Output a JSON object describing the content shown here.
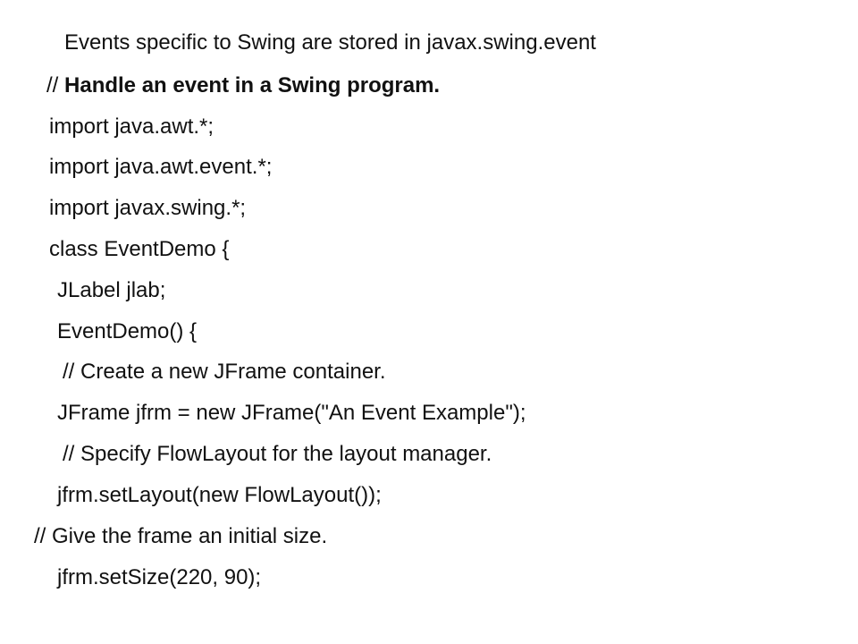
{
  "slide": {
    "lines": [
      "Events specific to Swing are stored in javax.swing.event",
      {
        "prefix": "// ",
        "bold": "Handle an event in a Swing program."
      },
      "import java.awt.*;",
      "import java.awt.event.*;",
      "import javax.swing.*;",
      "class EventDemo {",
      "JLabel jlab;",
      "EventDemo() {",
      "// Create a new JFrame container.",
      "JFrame jfrm = new JFrame(\"An Event Example\");",
      "// Specify FlowLayout for the layout manager.",
      "jfrm.setLayout(new FlowLayout());",
      "// Give the frame an initial size.",
      "jfrm.setSize(220, 90);"
    ]
  }
}
